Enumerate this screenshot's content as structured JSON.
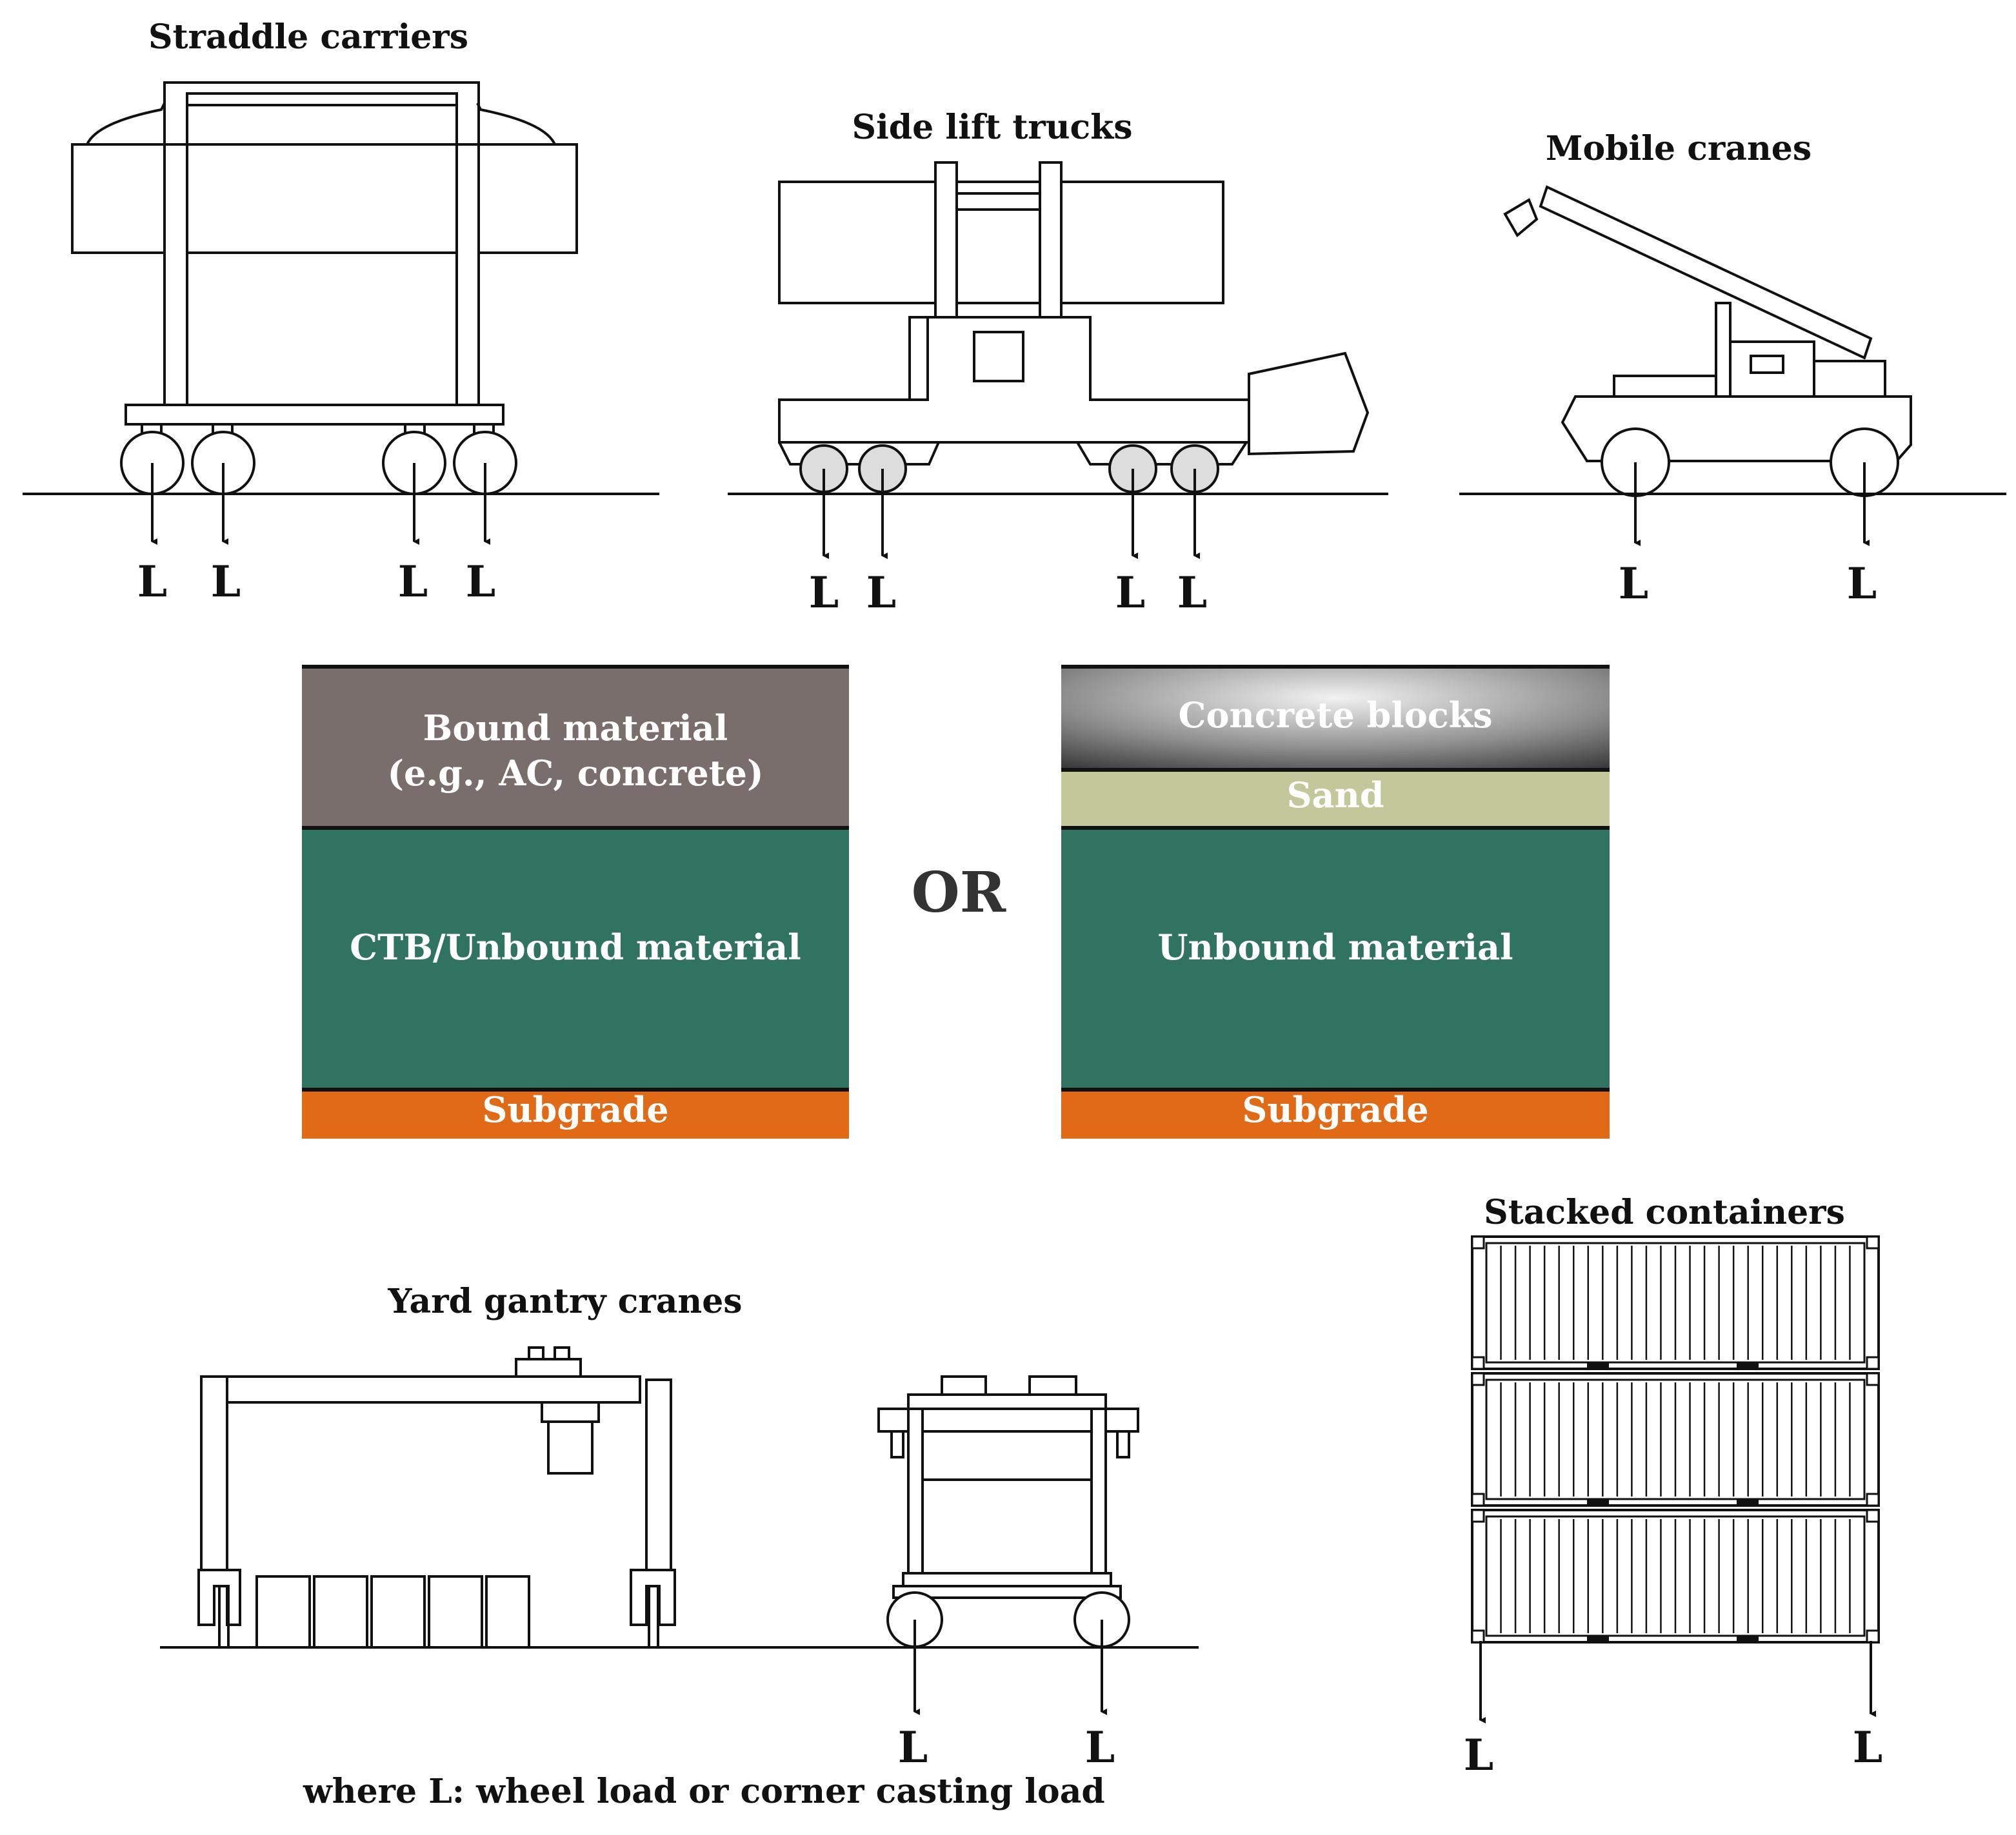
{
  "vehicles": {
    "straddle": {
      "title": "Straddle carriers",
      "loads": [
        "L",
        "L",
        "L",
        "L"
      ]
    },
    "sidelift": {
      "title": "Side lift trucks",
      "loads": [
        "L",
        "L",
        "L",
        "L"
      ]
    },
    "mobile": {
      "title": "Mobile cranes",
      "loads": [
        "L",
        "L"
      ]
    },
    "gantry": {
      "title": "Yard gantry cranes",
      "loads": [
        "L",
        "L"
      ]
    },
    "stacked": {
      "title": "Stacked containers",
      "loads": [
        "L",
        "L"
      ]
    }
  },
  "pavement_left": {
    "layers": [
      {
        "line1": "Bound material",
        "line2": "(e.g., AC, concrete)",
        "color": "#7a6e6d"
      },
      {
        "line1": "CTB/Unbound material",
        "color": "#317361"
      },
      {
        "line1": "Subgrade",
        "color": "#e06a16"
      }
    ]
  },
  "separator": "OR",
  "pavement_right": {
    "layers": [
      {
        "line1": "Concrete blocks",
        "color": "#8a8a8a"
      },
      {
        "line1": "Sand",
        "color": "#c3c89a"
      },
      {
        "line1": "Unbound material",
        "color": "#317361"
      },
      {
        "line1": "Subgrade",
        "color": "#e06a16"
      }
    ]
  },
  "legend": "where L: wheel load or corner casting load"
}
